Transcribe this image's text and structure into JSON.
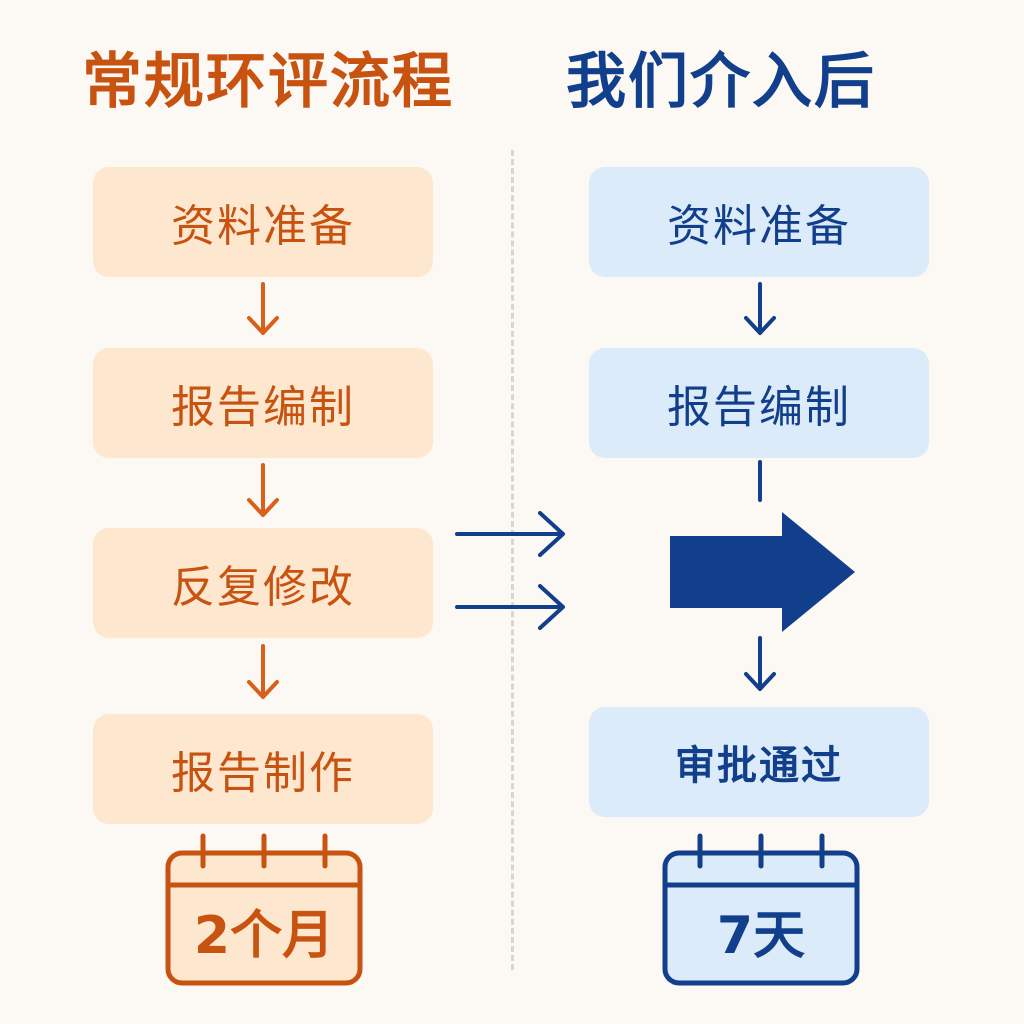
{
  "left": {
    "title": "常规环评流程",
    "steps": [
      "资料准备",
      "报告编制",
      "反复修改",
      "报告制作"
    ],
    "duration": "2个月"
  },
  "right": {
    "title": "我们介入后",
    "steps": [
      "资料准备",
      "报告编制",
      "审批通过"
    ],
    "duration": "7天"
  },
  "colors": {
    "left_accent": "#c8520f",
    "left_fill": "#fde8cf",
    "right_accent": "#123f8c",
    "right_fill": "#dcebf9",
    "background": "#fcf8f3"
  },
  "icons": [
    "down-arrow-icon",
    "right-arrow-icon",
    "big-right-arrow-icon",
    "calendar-icon"
  ]
}
